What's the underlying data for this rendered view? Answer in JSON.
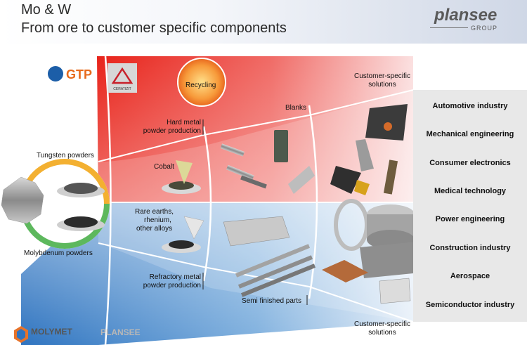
{
  "header": {
    "title_line1": "Mo & W",
    "title_line2": "From ore to customer specific components",
    "logo_name": "plansee",
    "logo_group": "GROUP"
  },
  "logos": {
    "gtp": "GTP",
    "ceratizit": "CERATIZIT",
    "molymet": "MOLYMET",
    "plansee_bottom": "PLANSEE"
  },
  "left": {
    "tungsten_powders": "Tungsten powders",
    "molybdenum_powders": "Molybdenum powders"
  },
  "stage1": {
    "recycling": "Recycling",
    "hard_metal_powder_production": [
      "Hard metal",
      "powder production"
    ],
    "cobalt": "Cobalt",
    "rare_earths": [
      "Rare earths,",
      "rhenium,",
      "other alloys"
    ],
    "refractory_metal_powder_production": [
      "Refractory metal",
      "powder production"
    ]
  },
  "stage2": {
    "blanks": "Blanks",
    "semi_finished_parts": "Semi finished parts"
  },
  "stage3": {
    "customer_specific_top": [
      "Customer-specific",
      "solutions"
    ],
    "customer_specific_bottom": [
      "Customer-specific",
      "solutions"
    ]
  },
  "industries": [
    "Automotive industry",
    "Mechanical engineering",
    "Consumer electronics",
    "Medical technology",
    "Power engineering",
    "Construction industry",
    "Aerospace",
    "Semiconductor industry"
  ],
  "colors": {
    "tungsten_red": "#e8231a",
    "molybdenum_blue": "#2f74c0",
    "gtp_orange": "#e76a1c",
    "molymet_green": "#4bb04b"
  }
}
